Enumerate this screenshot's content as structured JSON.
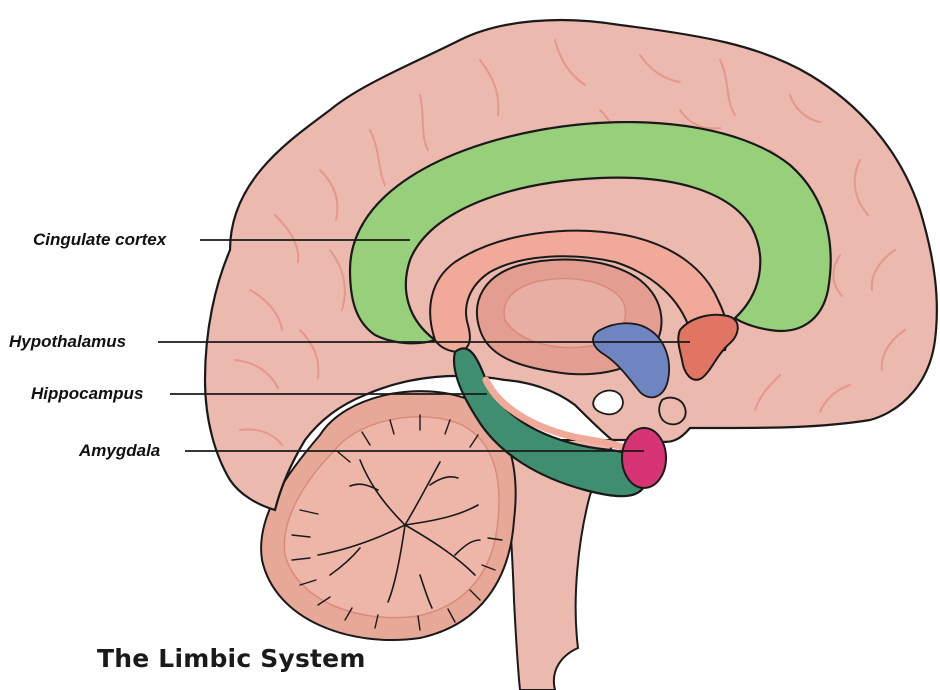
{
  "diagram": {
    "title": "The Limbic System",
    "labels": {
      "cingulate_cortex": "Cingulate cortex",
      "hypothalamus": "Hypothalamus",
      "hippocampus": "Hippocampus",
      "amygdala": "Amygdala"
    }
  },
  "colors": {
    "cortex": "#ecb9ae",
    "cortex_fold": "#e4978b",
    "cingulate_cortex": "#97cf7a",
    "hippocampus": "#3f8e6f",
    "hypothalamus": "#e07563",
    "amygdala": "#d63474",
    "ventricle": "#6f85c2",
    "thalamus": "#e39d91",
    "cerebellum": "#e8a898",
    "outline": "#1a1a1a"
  }
}
